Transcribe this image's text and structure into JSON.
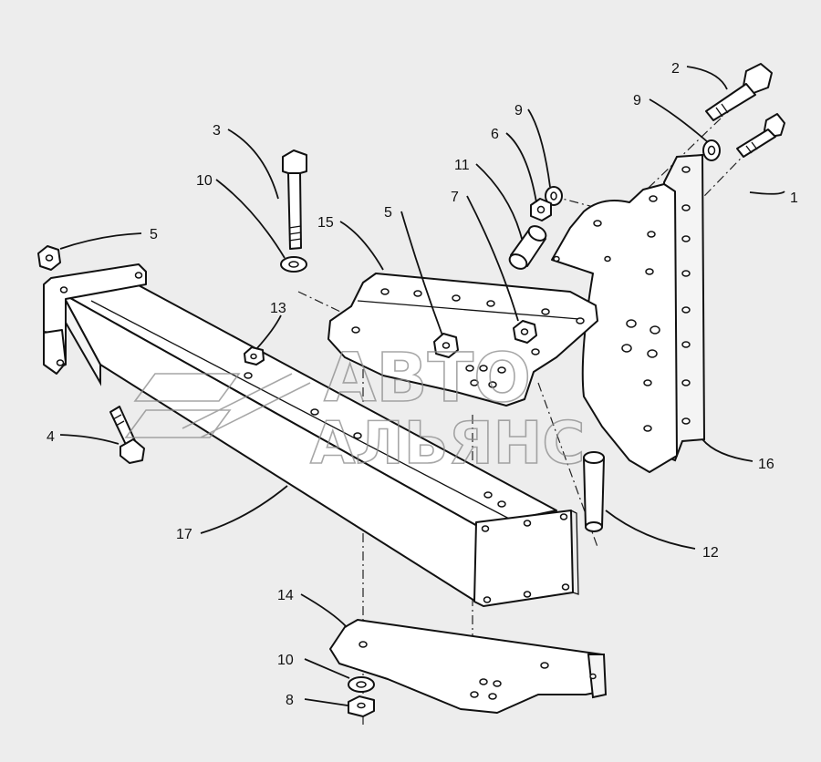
{
  "watermark": {
    "line1": "АВТО",
    "line2": "АЛЬЯНС"
  },
  "callouts": [
    "1",
    "2",
    "3",
    "4",
    "5",
    "5",
    "6",
    "7",
    "8",
    "9",
    "9",
    "10",
    "10",
    "11",
    "12",
    "13",
    "14",
    "15",
    "16",
    "17"
  ]
}
